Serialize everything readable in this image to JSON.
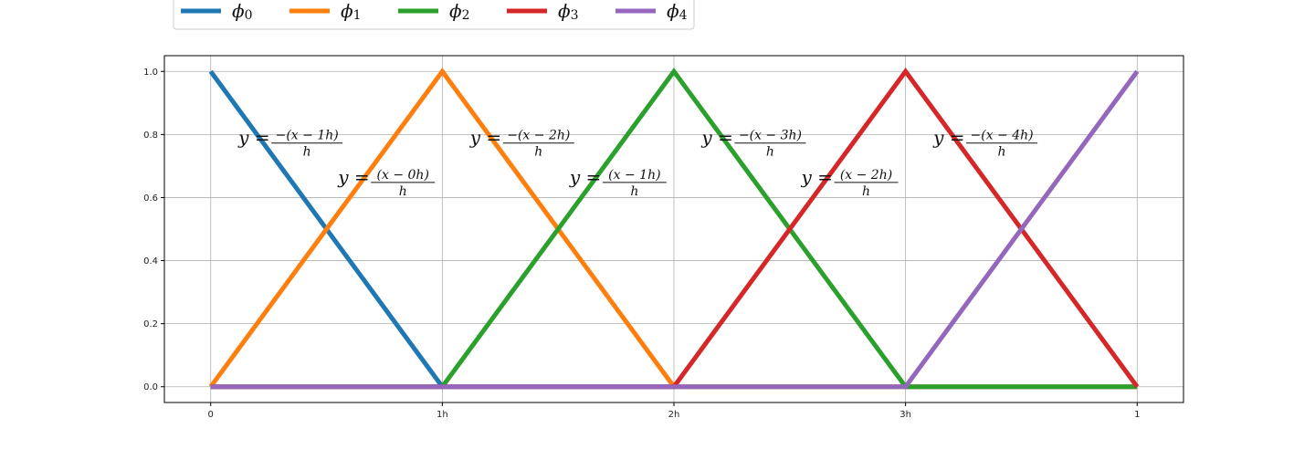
{
  "chart_data": {
    "type": "line",
    "title": "",
    "xlabel": "",
    "ylabel": "",
    "x_ticks": [
      "0",
      "1h",
      "2h",
      "3h",
      "1"
    ],
    "y_ticks": [
      "0.0",
      "0.2",
      "0.4",
      "0.6",
      "0.8",
      "1.0"
    ],
    "xlim": [
      -0.2,
      4.2
    ],
    "ylim": [
      -0.05,
      1.05
    ],
    "grid": true,
    "legend_position": "top-left, above plot",
    "series": [
      {
        "name": "0",
        "color": "#1f77b4",
        "x": [
          0,
          1,
          2,
          3,
          4
        ],
        "y": [
          1,
          0,
          0,
          0,
          0
        ]
      },
      {
        "name": "1",
        "color": "#ff7f0e",
        "x": [
          0,
          1,
          2,
          3,
          4
        ],
        "y": [
          0,
          1,
          0,
          0,
          0
        ]
      },
      {
        "name": "2",
        "color": "#2ca02c",
        "x": [
          0,
          1,
          2,
          3,
          4
        ],
        "y": [
          0,
          0,
          1,
          0,
          0
        ]
      },
      {
        "name": "3",
        "color": "#d62728",
        "x": [
          0,
          1,
          2,
          3,
          4
        ],
        "y": [
          0,
          0,
          0,
          1,
          0
        ]
      },
      {
        "name": "4",
        "color": "#9467bd",
        "x": [
          0,
          1,
          2,
          3,
          4
        ],
        "y": [
          0,
          0,
          0,
          0,
          1
        ]
      }
    ],
    "legend_symbol": "ϕ",
    "annotations": [
      {
        "x": 0.12,
        "y": 0.77,
        "numerator": "−(x − 1h)",
        "denominator": "h"
      },
      {
        "x": 0.55,
        "y": 0.645,
        "numerator": "(x − 0h)",
        "denominator": "h"
      },
      {
        "x": 1.12,
        "y": 0.77,
        "numerator": "−(x − 2h)",
        "denominator": "h"
      },
      {
        "x": 1.55,
        "y": 0.645,
        "numerator": "(x − 1h)",
        "denominator": "h"
      },
      {
        "x": 2.12,
        "y": 0.77,
        "numerator": "−(x − 3h)",
        "denominator": "h"
      },
      {
        "x": 2.55,
        "y": 0.645,
        "numerator": "(x − 2h)",
        "denominator": "h"
      },
      {
        "x": 3.12,
        "y": 0.77,
        "numerator": "−(x − 4h)",
        "denominator": "h"
      }
    ],
    "annotation_lhs": "y ="
  }
}
